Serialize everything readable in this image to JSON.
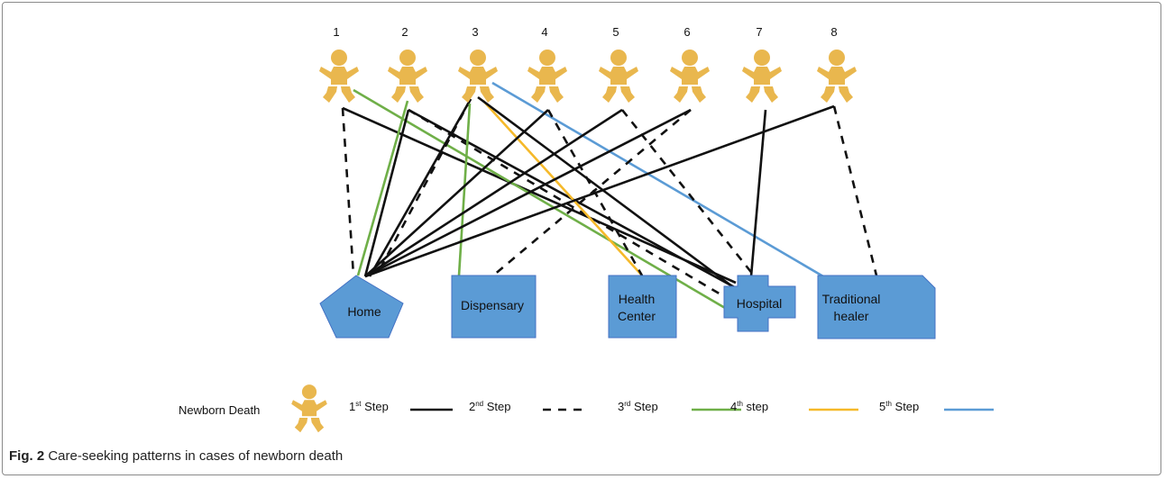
{
  "figure": {
    "caption_label": "Fig. 2",
    "caption_text": "Care-seeking patterns in cases of newborn death"
  },
  "colors": {
    "baby": "#E9B74E",
    "facility": "#5B9BD5",
    "facility_stroke": "#4472C4",
    "step1": "#111111",
    "step2": "#111111",
    "step3": "#6FAF48",
    "step4": "#F5B92A",
    "step5": "#5B9BD5"
  },
  "babies": [
    "1",
    "2",
    "3",
    "4",
    "5",
    "6",
    "7",
    "8"
  ],
  "facilities": [
    {
      "id": "home",
      "lines": [
        "Home"
      ],
      "icon": "pentagon-shape"
    },
    {
      "id": "dispensary",
      "lines": [
        "Dispensary"
      ],
      "icon": "rectangle-shape"
    },
    {
      "id": "health-center",
      "lines": [
        "Health",
        "Center"
      ],
      "icon": "rectangle-shape"
    },
    {
      "id": "hospital",
      "lines": [
        "Hospital"
      ],
      "icon": "plus-shape"
    },
    {
      "id": "traditional-healer",
      "lines": [
        "Traditional",
        "healer"
      ],
      "icon": "snipped-rectangle-shape"
    }
  ],
  "paths": [
    {
      "baby": "1",
      "to": "home",
      "step": 2
    },
    {
      "baby": "1",
      "to": "hospital",
      "step": 1
    },
    {
      "baby": "1",
      "to": "hospital",
      "step": 3
    },
    {
      "baby": "2",
      "to": "home",
      "step": 1
    },
    {
      "baby": "2",
      "to": "home",
      "step": 3
    },
    {
      "baby": "2",
      "to": "hospital",
      "step": 1
    },
    {
      "baby": "2",
      "to": "hospital",
      "step": 2
    },
    {
      "baby": "3",
      "to": "home",
      "step": 1
    },
    {
      "baby": "3",
      "to": "home",
      "step": 2
    },
    {
      "baby": "3",
      "to": "dispensary",
      "step": 3
    },
    {
      "baby": "3",
      "to": "health-center",
      "step": 4
    },
    {
      "baby": "3",
      "to": "hospital",
      "step": 1
    },
    {
      "baby": "3",
      "to": "traditional-healer",
      "step": 5
    },
    {
      "baby": "4",
      "to": "home",
      "step": 1
    },
    {
      "baby": "4",
      "to": "health-center",
      "step": 2
    },
    {
      "baby": "5",
      "to": "home",
      "step": 1
    },
    {
      "baby": "5",
      "to": "hospital",
      "step": 2
    },
    {
      "baby": "6",
      "to": "home",
      "step": 1
    },
    {
      "baby": "6",
      "to": "dispensary",
      "step": 2
    },
    {
      "baby": "7",
      "to": "hospital",
      "step": 1
    },
    {
      "baby": "8",
      "to": "home",
      "step": 1
    },
    {
      "baby": "8",
      "to": "traditional-healer",
      "step": 2
    }
  ],
  "legend": {
    "icon_label": "Newborn Death",
    "items": [
      {
        "step": 1,
        "num": "1",
        "sup": "st",
        "word": "Step",
        "style": "solid"
      },
      {
        "step": 2,
        "num": "2",
        "sup": "nd",
        "word": "Step",
        "style": "dashed"
      },
      {
        "step": 3,
        "num": "3",
        "sup": "rd",
        "word": "Step",
        "style": "solid"
      },
      {
        "step": 4,
        "num": "4",
        "sup": "th",
        "word": "step",
        "style": "solid"
      },
      {
        "step": 5,
        "num": "5",
        "sup": "th",
        "word": "Step",
        "style": "solid"
      }
    ]
  }
}
